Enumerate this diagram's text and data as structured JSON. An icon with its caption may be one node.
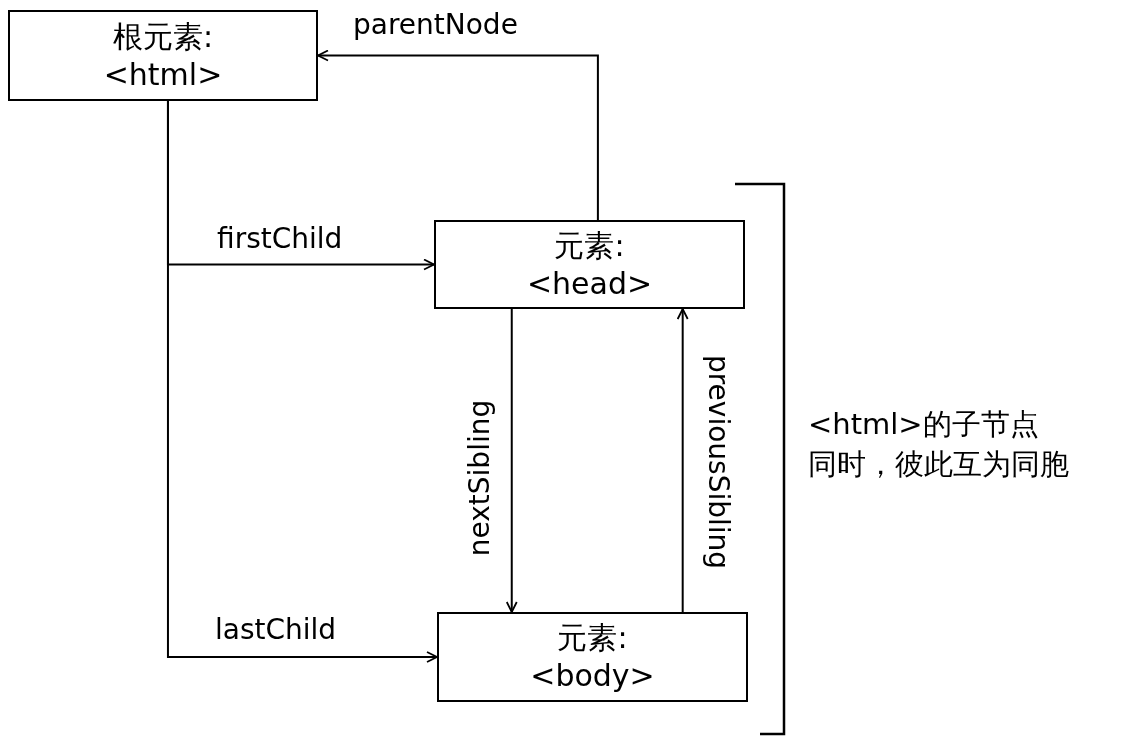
{
  "diagram": {
    "nodes": [
      {
        "text": [
          "根元素:",
          "<html>"
        ]
      },
      {
        "text": [
          "元素:",
          "<head>"
        ]
      },
      {
        "text": [
          "元素:",
          "<body>"
        ]
      }
    ],
    "edges": [
      {
        "from": 1,
        "to": 0,
        "arrow": "to",
        "label": "parentNode"
      },
      {
        "from": 0,
        "to": 1,
        "arrow": "to",
        "label": "firstChild"
      },
      {
        "from": 0,
        "to": 2,
        "arrow": "to",
        "label": "lastChild"
      },
      {
        "from": 1,
        "to": 2,
        "arrow": "to",
        "label": "nextSibling"
      },
      {
        "from": 2,
        "to": 1,
        "arrow": "to",
        "label": "previousSibling"
      }
    ],
    "labels": [
      "<html>的子节点",
      "同时，彼此互为同胞"
    ]
  }
}
